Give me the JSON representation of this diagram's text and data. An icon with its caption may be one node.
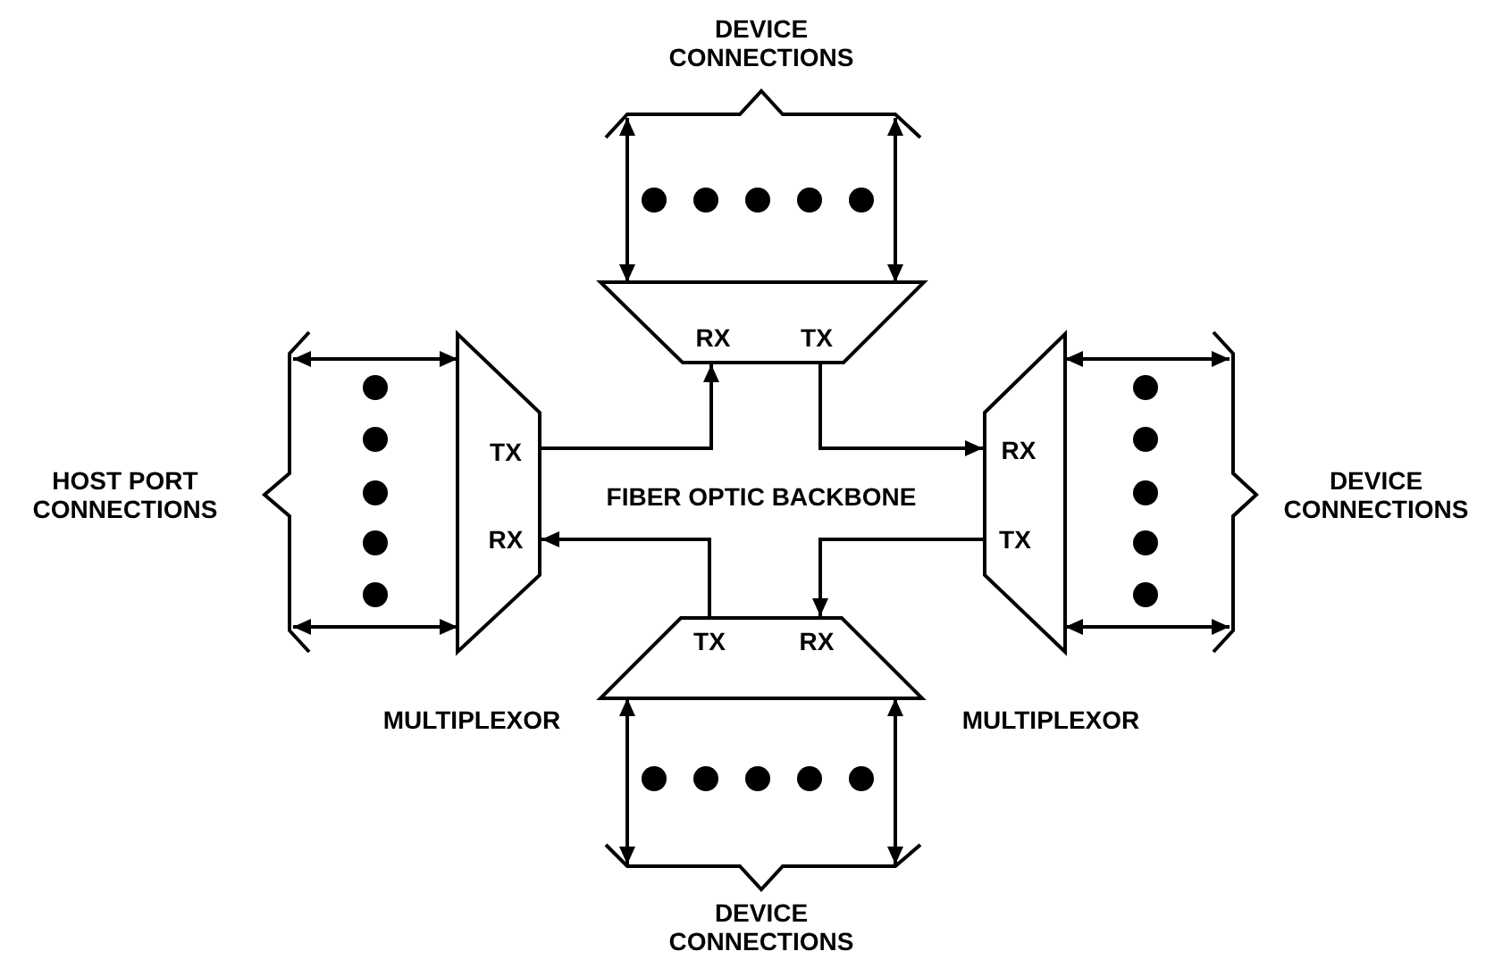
{
  "diagram": {
    "nodes": [
      {
        "text": [
          "RX",
          "TX"
        ]
      },
      {
        "text": [
          "TX",
          "RX"
        ]
      },
      {
        "text": [
          "RX",
          "TX"
        ]
      },
      {
        "text": [
          "TX",
          "RX"
        ]
      }
    ],
    "edges": [
      {
        "from": 1,
        "to": 0,
        "arrow": "to"
      },
      {
        "from": 0,
        "to": 2,
        "arrow": "to"
      },
      {
        "from": 2,
        "to": 3,
        "arrow": "to"
      },
      {
        "from": 3,
        "to": 1,
        "arrow": "to"
      },
      {
        "from": 0,
        "to": null,
        "arrow": "both"
      },
      {
        "from": 0,
        "to": null,
        "arrow": "both"
      },
      {
        "from": 1,
        "to": null,
        "arrow": "both"
      },
      {
        "from": 1,
        "to": null,
        "arrow": "both"
      },
      {
        "from": 2,
        "to": null,
        "arrow": "both"
      },
      {
        "from": 2,
        "to": null,
        "arrow": "both"
      },
      {
        "from": 3,
        "to": null,
        "arrow": "both"
      },
      {
        "from": 3,
        "to": null,
        "arrow": "both"
      }
    ],
    "labels": [
      "DEVICE CONNECTIONS",
      "HOST PORT CONNECTIONS",
      "FIBER OPTIC BACKBONE",
      "DEVICE CONNECTIONS",
      "MULTIPLEXOR",
      "MULTIPLEXOR",
      "DEVICE CONNECTIONS"
    ]
  }
}
